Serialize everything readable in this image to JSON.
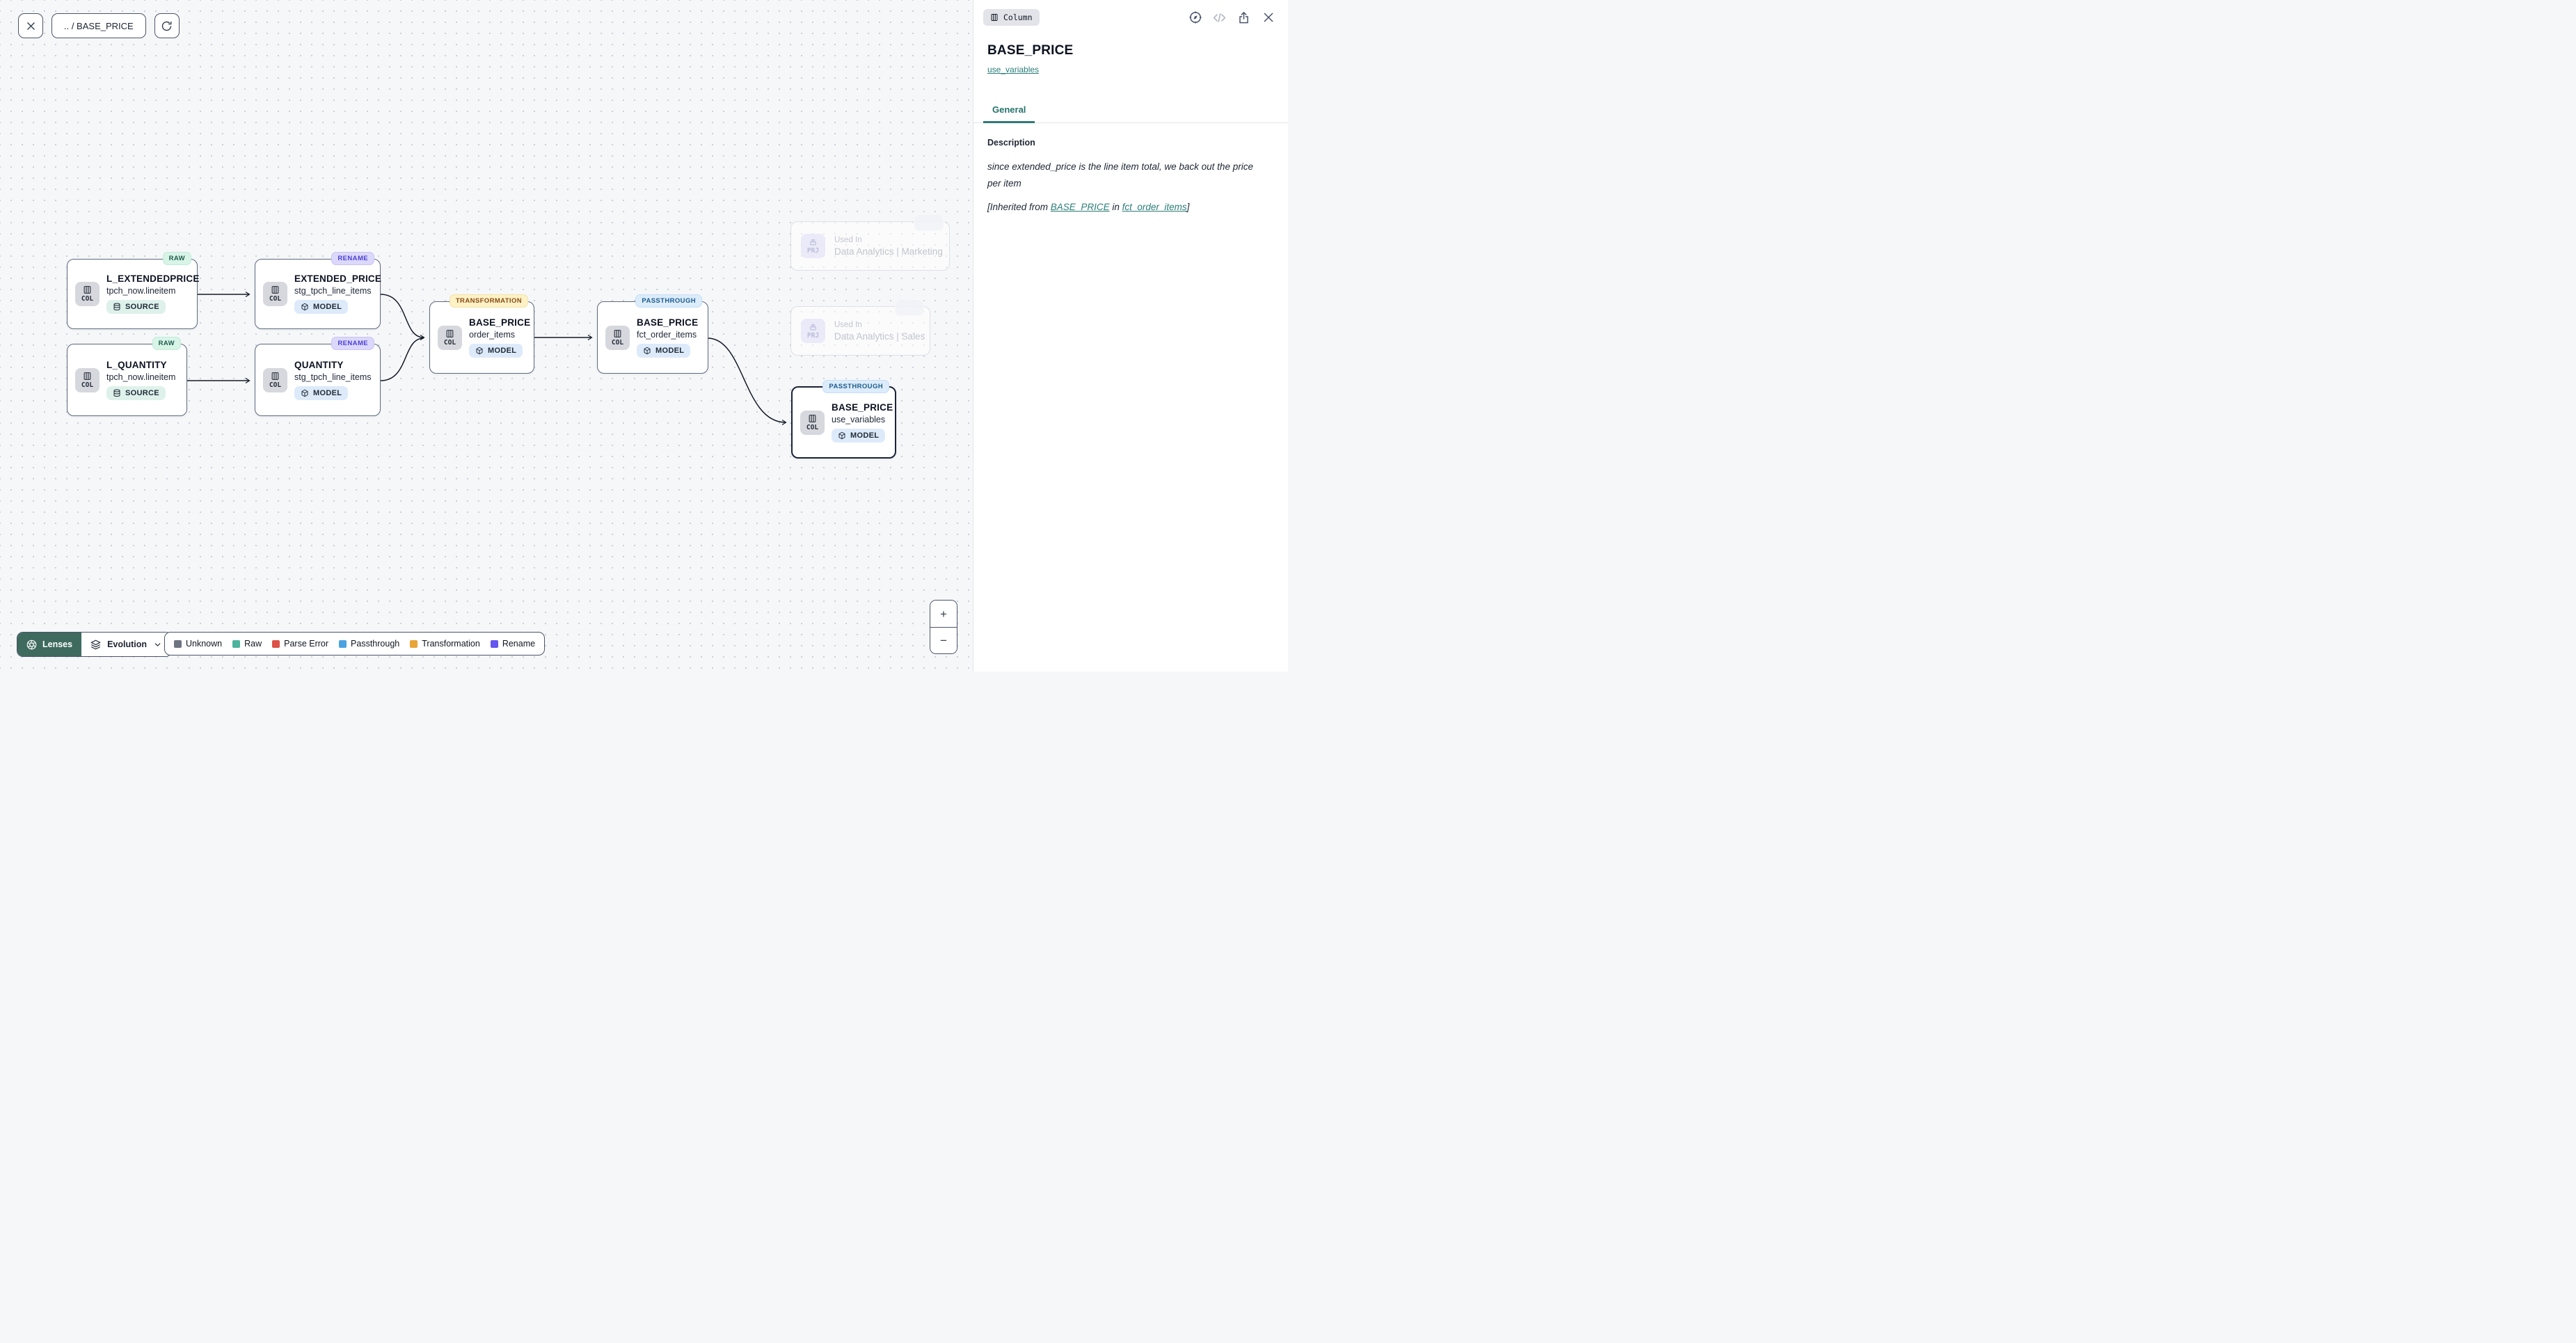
{
  "toolbar": {
    "breadcrumb": ".. / BASE_PRICE"
  },
  "panel": {
    "type_badge": "Column",
    "title": "BASE_PRICE",
    "model_link": "use_variables",
    "tabs": [
      {
        "label": "General",
        "active": true
      }
    ],
    "description": {
      "label": "Description",
      "text": "since extended_price is the line item total, we back out the price per item",
      "inherited": {
        "prefix": "[Inherited from ",
        "column_link": "BASE_PRICE",
        "middle": " in ",
        "model_link": "fct_order_items",
        "suffix": "]"
      }
    }
  },
  "nodes": [
    {
      "badge": "RAW",
      "title": "L_EXTENDEDPRICE",
      "subtitle": "tpch_now.lineitem",
      "chip": "COL",
      "kind": "SOURCE"
    },
    {
      "badge": "RENAME",
      "title": "EXTENDED_PRICE",
      "subtitle": "stg_tpch_line_items",
      "chip": "COL",
      "kind": "MODEL"
    },
    {
      "badge": "RAW",
      "title": "L_QUANTITY",
      "subtitle": "tpch_now.lineitem",
      "chip": "COL",
      "kind": "SOURCE"
    },
    {
      "badge": "RENAME",
      "title": "QUANTITY",
      "subtitle": "stg_tpch_line_items",
      "chip": "COL",
      "kind": "MODEL"
    },
    {
      "badge": "TRANSFORMATION",
      "title": "BASE_PRICE",
      "subtitle": "order_items",
      "chip": "COL",
      "kind": "MODEL"
    },
    {
      "badge": "PASSTHROUGH",
      "title": "BASE_PRICE",
      "subtitle": "fct_order_items",
      "chip": "COL",
      "kind": "MODEL"
    },
    {
      "badge": "PASSTHROUGH",
      "title": "BASE_PRICE",
      "subtitle": "use_variables",
      "chip": "COL",
      "kind": "MODEL",
      "selected": true
    }
  ],
  "used_in": [
    {
      "chip": "PRJ",
      "label": "Used In",
      "name": "Data Analytics | Marketing"
    },
    {
      "chip": "PRJ",
      "label": "Used In",
      "name": "Data Analytics | Sales"
    }
  ],
  "footer": {
    "lenses_label": "Lenses",
    "lens_selected": "Evolution",
    "legend": [
      {
        "label": "Unknown",
        "color": "#6e7480"
      },
      {
        "label": "Raw",
        "color": "#4cb39e"
      },
      {
        "label": "Parse Error",
        "color": "#dd5246"
      },
      {
        "label": "Passthrough",
        "color": "#4aa2e0"
      },
      {
        "label": "Transformation",
        "color": "#e8a637"
      },
      {
        "label": "Rename",
        "color": "#6456ef"
      }
    ]
  },
  "zoom_controls": {
    "zoom_in": "+",
    "zoom_out": "−"
  },
  "colors": {
    "accent_teal": "#2a7d78",
    "lenses_button_bg": "#3f6a5e",
    "selected_node_border": "#1b2437",
    "edge": "#131a26",
    "badge_raw_bg": "#d8f4e7",
    "badge_rename_bg": "#dcd8fb",
    "badge_transformation_bg": "#fdf1c6",
    "badge_passthrough_bg": "#dcecfb",
    "pill_source_bg": "#def1ea",
    "pill_model_bg": "#ddeafa"
  },
  "icons": {
    "type_badge": "columns-icon",
    "node_chip": "columns-icon",
    "source_pill": "database-icon",
    "model_pill": "cube-icon",
    "used_in_chip": "project-icon",
    "panel_actions": [
      "compass-icon",
      "code-icon",
      "share-export-icon",
      "close-icon"
    ],
    "toolbar": [
      "close-icon",
      "refresh-icon"
    ],
    "lenses_button": "aperture-icon",
    "lens_dropdown": [
      "layers-icon",
      "chevron-down-icon"
    ]
  }
}
